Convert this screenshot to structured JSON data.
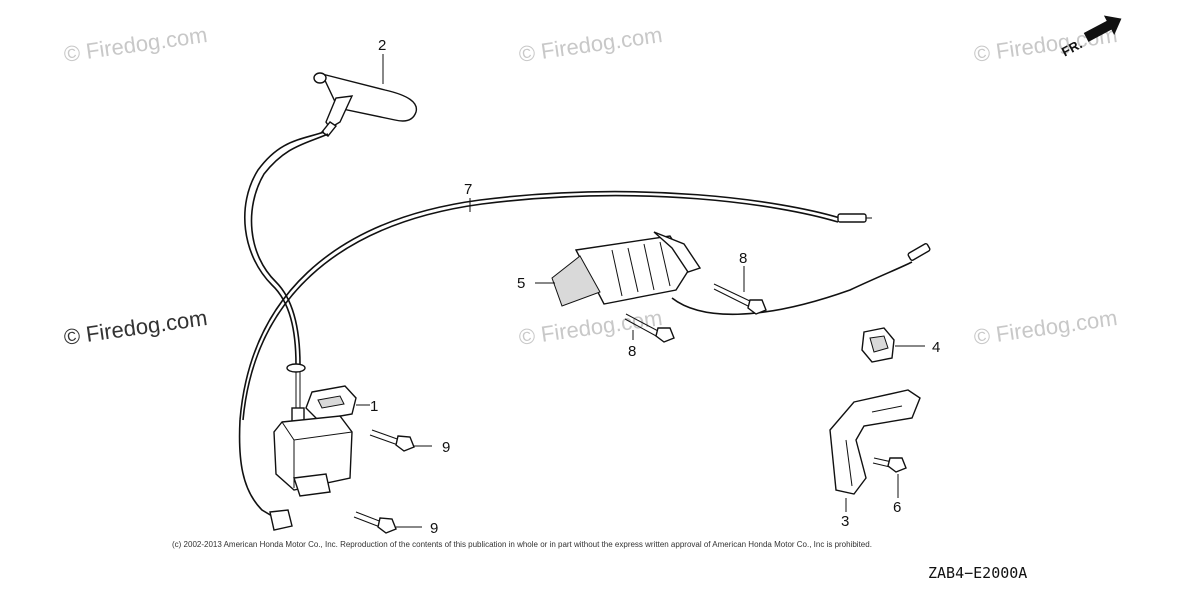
{
  "watermarks": [
    {
      "text": "© Firedog.com",
      "style": "light"
    },
    {
      "text": "© Firedog.com",
      "style": "light"
    },
    {
      "text": "© Firedog.com",
      "style": "light"
    },
    {
      "text": "© Firedog.com",
      "style": "dark"
    },
    {
      "text": "© Firedog.com",
      "style": "light"
    },
    {
      "text": "© Firedog.com",
      "style": "light"
    }
  ],
  "direction_marker": {
    "text": "FR.",
    "icon": "arrow-icon"
  },
  "callouts": [
    "1",
    "2",
    "3",
    "4",
    "5",
    "6",
    "7",
    "8",
    "8",
    "9",
    "9"
  ],
  "copyright": "(c) 2002-2013 American Honda Motor Co., Inc. Reproduction of the contents of this publication in whole or in part without the express written approval of American Honda Motor Co., Inc is prohibited.",
  "diagram_code": "ZAB4−E2000A",
  "colors": {
    "ink": "#111111",
    "watermark": "#c8c8c8",
    "background": "#ffffff"
  }
}
